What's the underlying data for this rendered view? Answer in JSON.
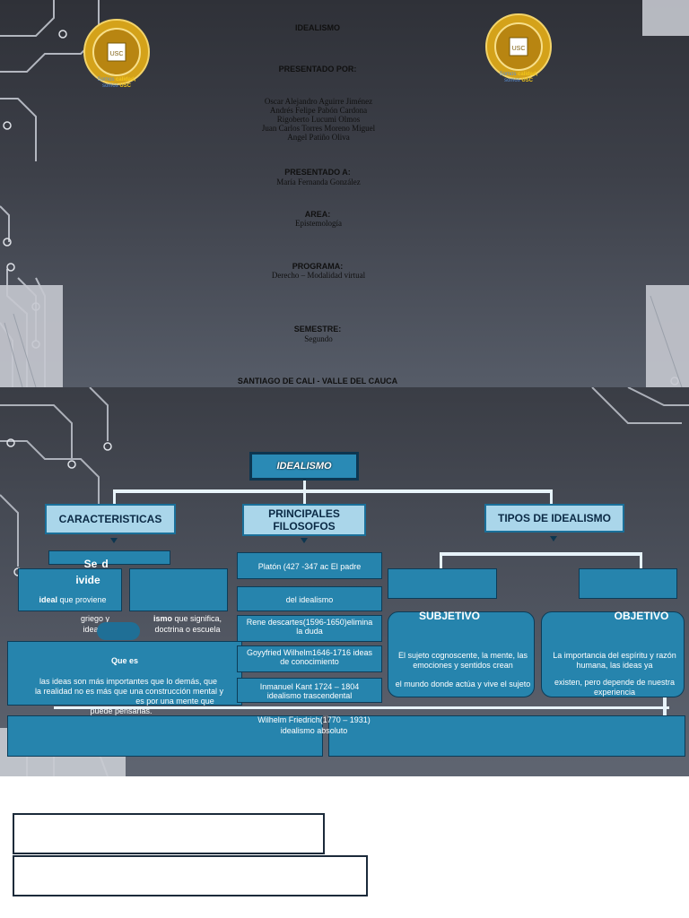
{
  "cover": {
    "title": "IDEALISMO",
    "presented_by_label": "PRESENTADO POR:",
    "authors": [
      "Oscar Alejandro Aguirre Jiménez",
      "Andrés Felipe Pabón Cardona",
      "Rigoberto Lucumi Olmos",
      "Juan Carlos Torres Moreno Miguel",
      "Angel Patiño Oliva"
    ],
    "presented_to_label": "PRESENTADO A:",
    "presented_to": "María Fernanda González",
    "area_label": "AREA:",
    "area": "Epistemología",
    "program_label": "PROGRAMA:",
    "program": "Derecho – Modalidad virtual",
    "semester_label": "SEMESTRE:",
    "semester": "Segundo",
    "city": "SANTIAGO DE CALI - VALLE DEL CAUCA",
    "seal_text": "USC",
    "tagline_1": "Somos",
    "tagline_2": "calidad,",
    "tagline_3": "somos",
    "tagline_4": "USC"
  },
  "map": {
    "title": "IDEALISMO",
    "col1": {
      "heading": "CARACTERISTICAS",
      "bar_text_1": "Se",
      "bar_text_2": "d",
      "bar_text_3": "ivide",
      "left_line1": "ideal",
      "left_line1_rest": " que proviene",
      "left_line2": "griego y",
      "left_line3": "idea",
      "right_line1_bold": "ismo",
      "right_line1_rest": " que significa,",
      "right_line2": "doctrina o escuela",
      "que_es": "Que es",
      "definition_1": "las ideas son más  importantes que  lo  demás, que",
      "definition_2": "la realidad no es más que una construcción mental y",
      "definition_3": "es por una mente que",
      "definition_4": "puede pensarlas."
    },
    "col2": {
      "heading": "PRINCIPALES FILOSOFOS",
      "items": [
        "Platón (427 -347 ac El padre",
        "del idealismo",
        "Rene descartes(1596-1650)elimina  la  duda",
        "Goyyfried Wilhelm1646-1716 ideas  de conocimiento",
        "Inmanuel Kant 1724 – 1804",
        "idealismo trascendental",
        "Wilhelm Friedrich(1770 – 1931)",
        "idealismo absoluto"
      ]
    },
    "col3": {
      "heading": "TIPOS DE IDEALISMO",
      "subjective_title": "SUBJETIVO",
      "subjective_1": "El sujeto cognoscente, la mente, las emociones y sentidos crean",
      "subjective_2": "el mundo donde actúa y vive el sujeto",
      "objective_title": "OBJETIVO",
      "objective_1": "La importancia del espíritu y razón humana, las ideas ya",
      "objective_2": "existen, pero depende de nuestra experiencia"
    }
  },
  "colors": {
    "box_fill": "#2684ad",
    "header_fill": "#aad6ea",
    "border": "#0d3650",
    "seal_gold": "#e0b020"
  }
}
